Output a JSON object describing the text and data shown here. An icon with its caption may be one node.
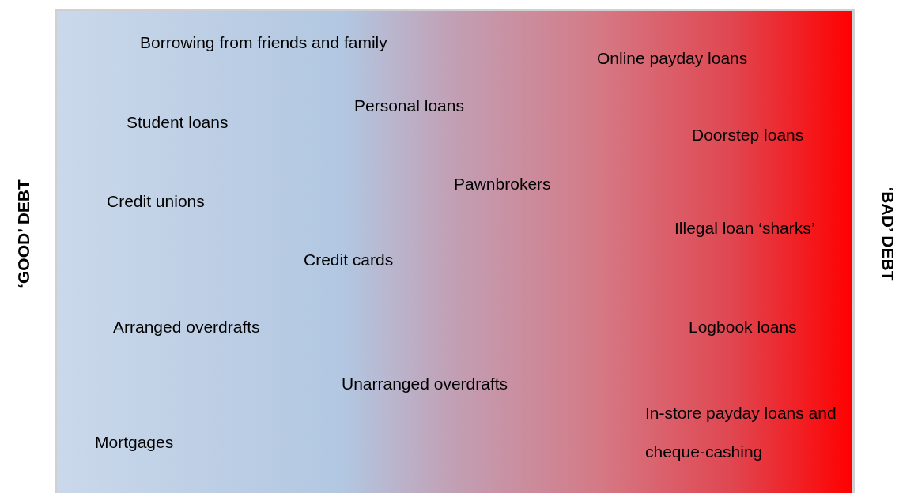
{
  "diagram": {
    "labels": [
      "‘GOOD’ DEBT",
      "Borrowing from friends and family",
      "Online payday loans",
      "Personal loans",
      "Student loans",
      "Doorstep loans",
      "Pawnbrokers",
      "Credit unions",
      "Illegal loan ‘sharks’",
      "Credit cards",
      "Arranged overdrafts",
      "Logbook loans",
      "Unarranged overdrafts",
      "In-store payday loans and cheque-cashing",
      "Mortgages",
      "‘BAD’ DEBT"
    ]
  }
}
